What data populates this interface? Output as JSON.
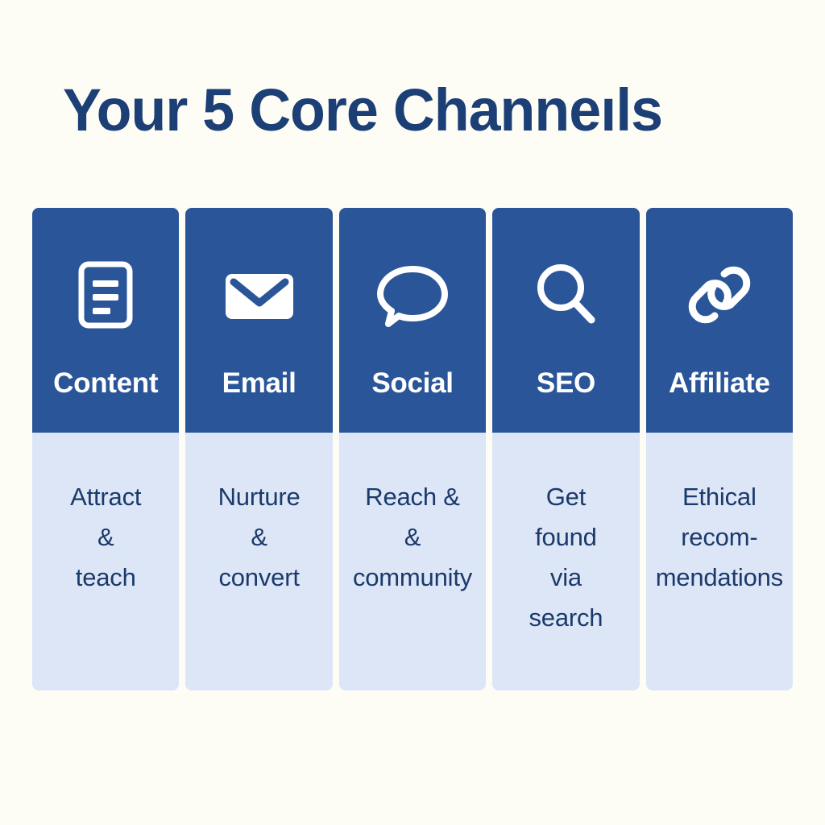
{
  "page": {
    "title": "Your 5 Core Channeıls",
    "background_color": "#FDFDF6",
    "title_color": "#1C3F76",
    "header_color": "#2A5699",
    "body_color": "#DCE6F7",
    "body_text_color": "#1B3A6B"
  },
  "channels": [
    {
      "id": "content",
      "icon": "document-icon",
      "title": "Content",
      "description_lines": [
        "Attract",
        "&",
        "teach"
      ]
    },
    {
      "id": "email",
      "icon": "envelope-icon",
      "title": "Email",
      "description_lines": [
        "Nurture",
        "&",
        "convert"
      ]
    },
    {
      "id": "social",
      "icon": "speech-bubble-icon",
      "title": "Social",
      "description_lines": [
        "Reach &",
        "&",
        "community"
      ]
    },
    {
      "id": "seo",
      "icon": "magnifier-icon",
      "title": "SEO",
      "description_lines": [
        "Get",
        "found",
        "via",
        "search"
      ]
    },
    {
      "id": "affiliate",
      "icon": "link-chain-icon",
      "title": "Affiliate",
      "description_lines": [
        "Ethical",
        "recom-",
        "mendations"
      ]
    }
  ]
}
